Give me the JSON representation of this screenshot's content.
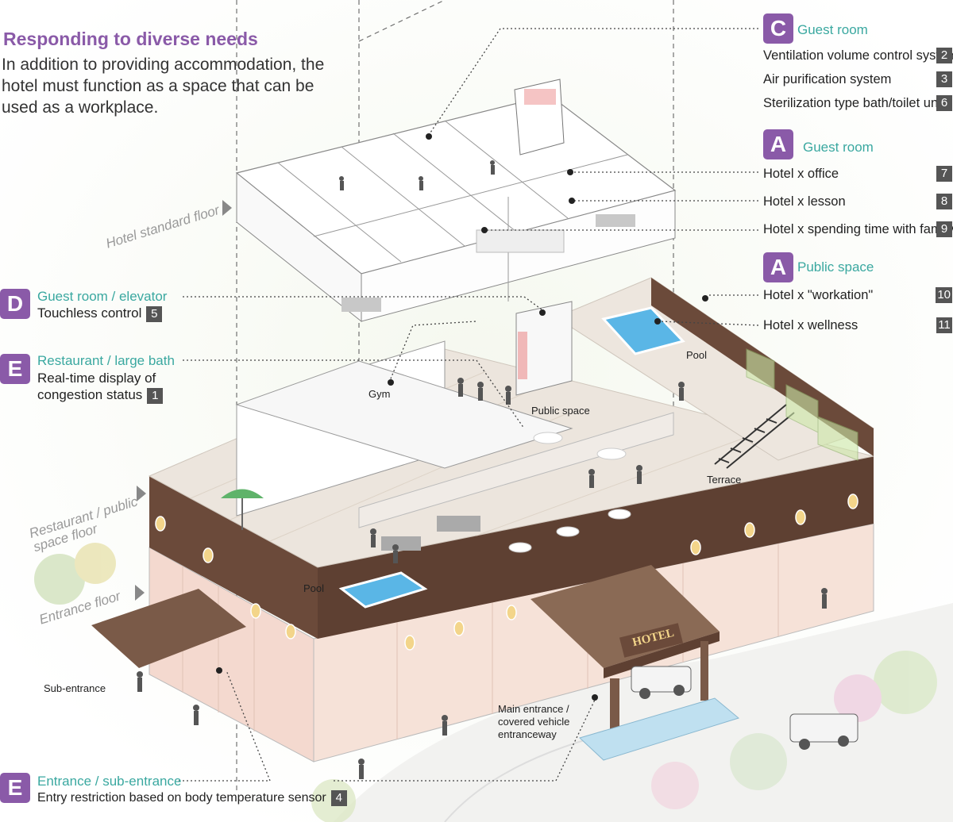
{
  "title": "Responding to diverse needs",
  "intro": "In addition to providing accommodation, the hotel must function as a space that can be used as a workplace.",
  "floors": {
    "standard": "Hotel standard floor",
    "restaurant": "Restaurant / public space floor",
    "entrance": "Entrance floor"
  },
  "left_callouts": [
    {
      "badge": "D",
      "heading": "Guest room / elevator",
      "text": "Touchless control",
      "num": "5"
    },
    {
      "badge": "E",
      "heading": "Restaurant / large bath",
      "text1": "Real-time display of",
      "text2": "congestion status",
      "num": "1"
    },
    {
      "badge": "E",
      "heading": "Entrance / sub-entrance",
      "text": "Entry restriction based on body temperature sensor",
      "num": "4"
    }
  ],
  "right_groups": [
    {
      "badge": "C",
      "heading": "Guest room",
      "items": [
        {
          "label": "Ventilation volume control system",
          "num": "2"
        },
        {
          "label": "Air purification system",
          "num": "3"
        },
        {
          "label": "Sterilization type bath/toilet unit",
          "num": "6"
        }
      ]
    },
    {
      "badge": "A",
      "heading": "Guest room",
      "items": [
        {
          "label": "Hotel x office",
          "num": "7"
        },
        {
          "label": "Hotel x lesson",
          "num": "8"
        },
        {
          "label": "Hotel x spending time with family",
          "num": "9"
        }
      ]
    },
    {
      "badge": "A",
      "heading": "Public space",
      "items": [
        {
          "label": "Hotel x \"workation\"",
          "num": "10"
        },
        {
          "label": "Hotel x wellness",
          "num": "11"
        }
      ]
    }
  ],
  "scene_labels": {
    "gym": "Gym",
    "public_space": "Public space",
    "pool_top": "Pool",
    "pool_bottom": "Pool",
    "terrace": "Terrace",
    "sub_entrance": "Sub-entrance",
    "main_entrance_1": "Main entrance /",
    "main_entrance_2": "covered vehicle",
    "main_entrance_3": "entranceway",
    "sign": "HOTEL"
  },
  "colors": {
    "accent_purple": "#8a5aa8",
    "teal": "#3aa8a0",
    "brick": "#6b4a3a",
    "deck": "#e9e2da",
    "pool": "#5ab6e6",
    "glass": "#f4d9cf"
  }
}
